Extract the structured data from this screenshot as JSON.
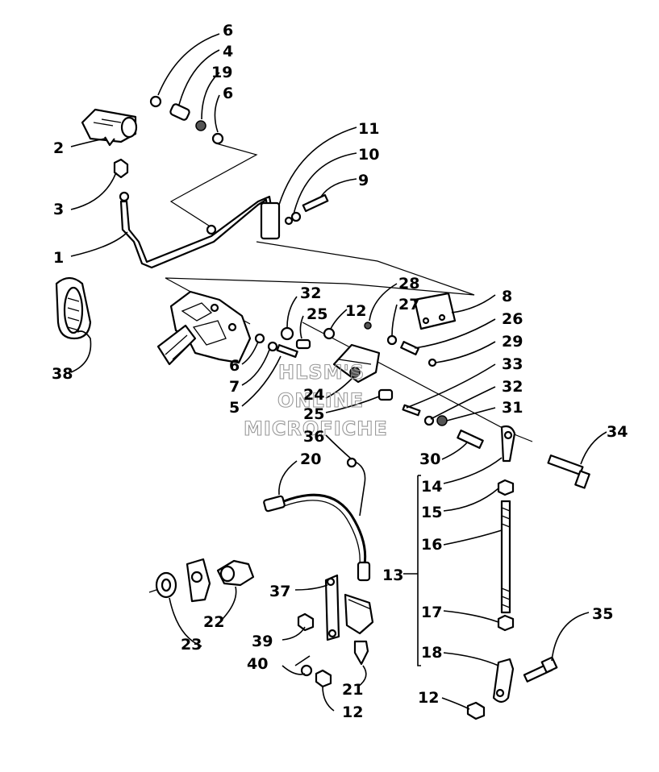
{
  "watermark": {
    "line1": "HLSM'S",
    "line2": "ONLINE",
    "line3": "MICROFICHE"
  },
  "callouts": {
    "c1": "1",
    "c2": "2",
    "c3": "3",
    "c4": "4",
    "c5": "5",
    "c6": "6",
    "c7": "7",
    "c8": "8",
    "c9": "9",
    "c10": "10",
    "c11": "11",
    "c12": "12",
    "c13": "13",
    "c14": "14",
    "c15": "15",
    "c16": "16",
    "c17": "17",
    "c18": "18",
    "c19": "19",
    "c20": "20",
    "c21": "21",
    "c22": "22",
    "c23": "23",
    "c24": "24",
    "c25": "25",
    "c26": "26",
    "c27": "27",
    "c28": "28",
    "c29": "29",
    "c30": "30",
    "c31": "31",
    "c32": "32",
    "c33": "33",
    "c34": "34",
    "c35": "35",
    "c36": "36",
    "c37": "37",
    "c38": "38",
    "c39": "39",
    "c40": "40"
  }
}
